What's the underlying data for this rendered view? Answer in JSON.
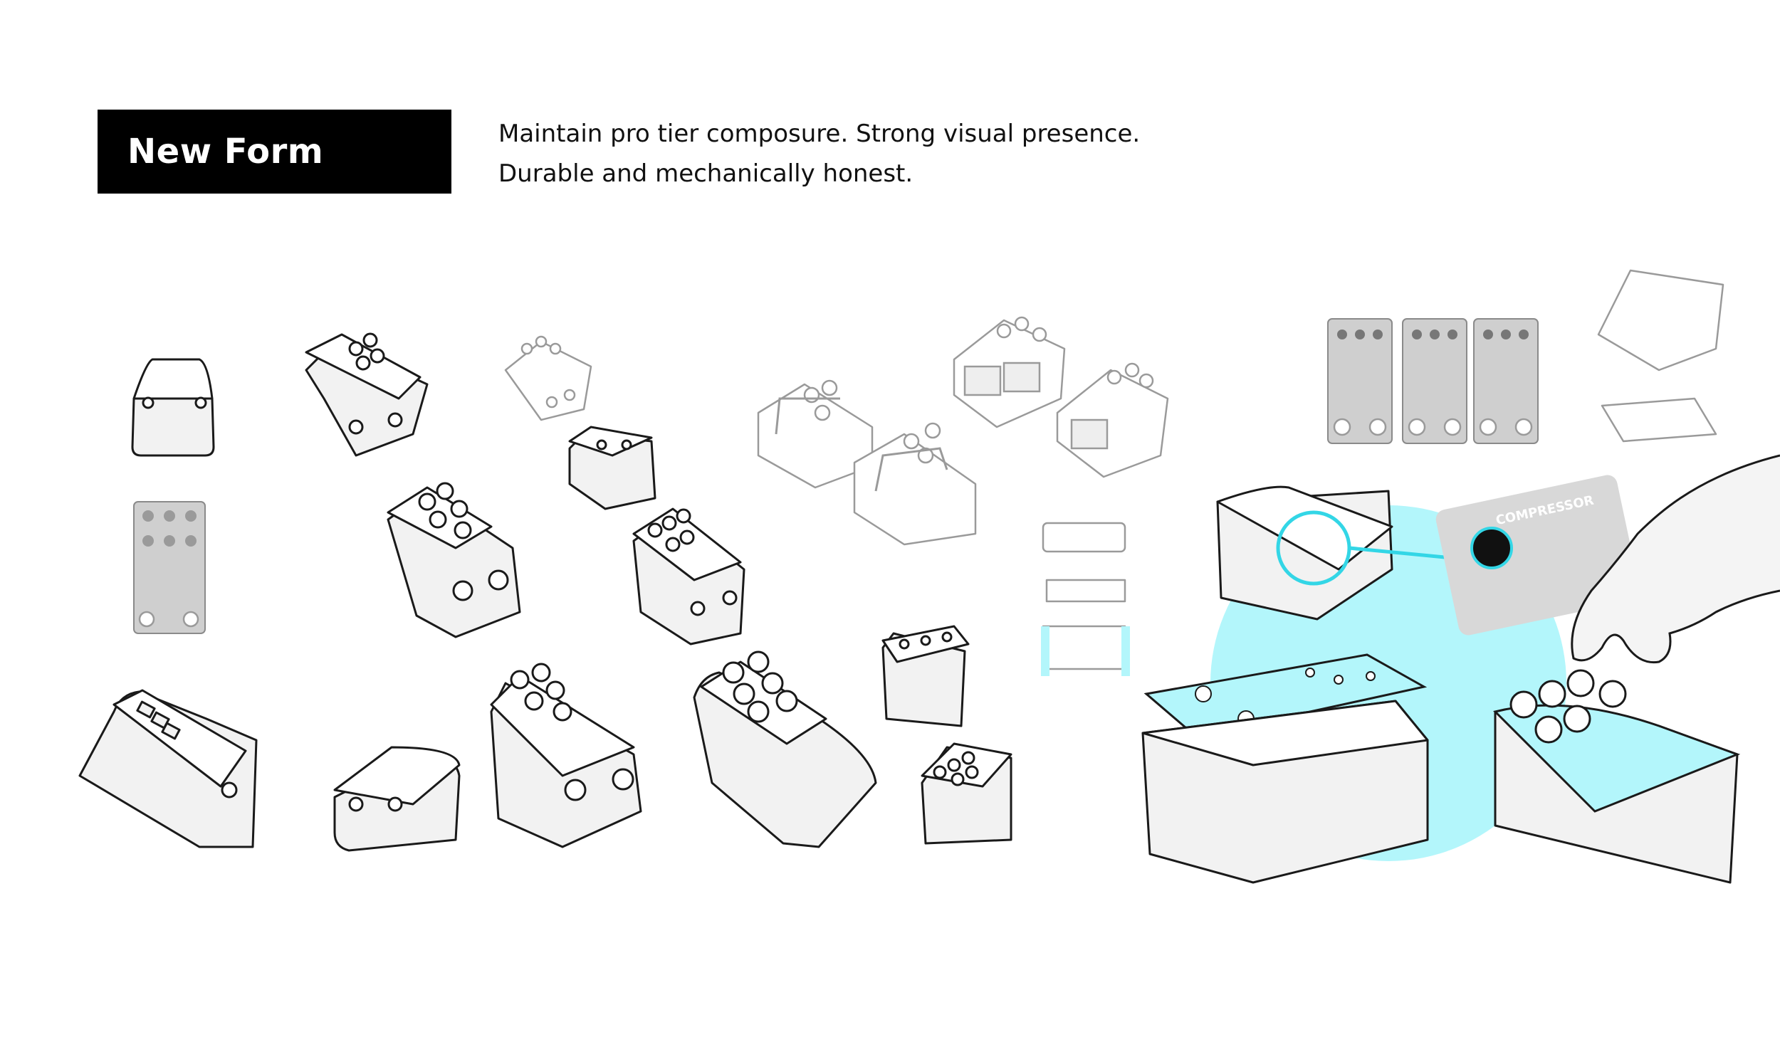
{
  "title": "New Form",
  "tagline": {
    "line1": "Maintain pro tier composure. Strong visual presence.",
    "line2": "Durable and mechanically honest."
  },
  "colors": {
    "accent": "#b3f6fb",
    "highlight": "#33d6e6",
    "ink": "#1a1a1a",
    "title_bg": "#000000"
  },
  "product_logo_text": "COMPRESSOR"
}
